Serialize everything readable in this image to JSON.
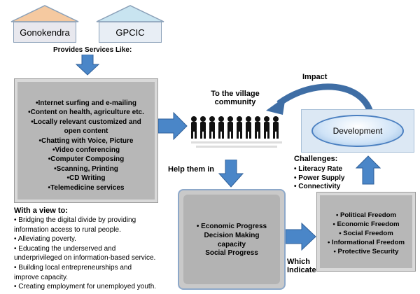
{
  "houses": {
    "gonokendra": "Gonokendra",
    "gpcic": "GPCIC"
  },
  "provides": "Provides Services Like:",
  "services": [
    "•Internet surfing and e-mailing",
    "•Content on health, agriculture etc.",
    "•Locally relevant customized and",
    "open content",
    "•Chatting with Voice, Picture",
    "•Video conferencing",
    "•Computer Composing",
    "•Scanning, Printing",
    "•CD Writing",
    "•Telemedicine services"
  ],
  "with_view": {
    "title": "With a view to:",
    "items": [
      "• Bridging the digital divide by providing",
      "information access to rural people.",
      "• Alleviating poverty.",
      "• Educating the underserved and",
      "underprivileged on information-based service.",
      "• Building local entrepreneurships and",
      "improve capacity.",
      "• Creating employment for unemployed youth."
    ]
  },
  "village": {
    "line1": "To the village",
    "line2": "community"
  },
  "impact": "Impact",
  "development": "Development",
  "challenges": {
    "title": "Challenges:",
    "items": [
      "• Literacy Rate",
      "• Power Supply",
      "• Connectivity"
    ]
  },
  "help": "Help them in",
  "progress": {
    "items": [
      "Economic Progress",
      "Decision Making",
      "capacity",
      "Social Progress"
    ]
  },
  "which": {
    "line1": "Which",
    "line2": "Indicate"
  },
  "freedom": {
    "items": [
      "• Political Freedom",
      "• Economic Freedom",
      "• Social Freedom",
      "• Informational Freedom",
      "• Protective Security"
    ]
  },
  "colors": {
    "roof_orange": "#f5c9a0",
    "roof_blue": "#c8e4f0",
    "arrow_blue": "#4a86c8",
    "box_grey": "#b7b7b7",
    "dev_ellipse": "#cfe3f7"
  }
}
